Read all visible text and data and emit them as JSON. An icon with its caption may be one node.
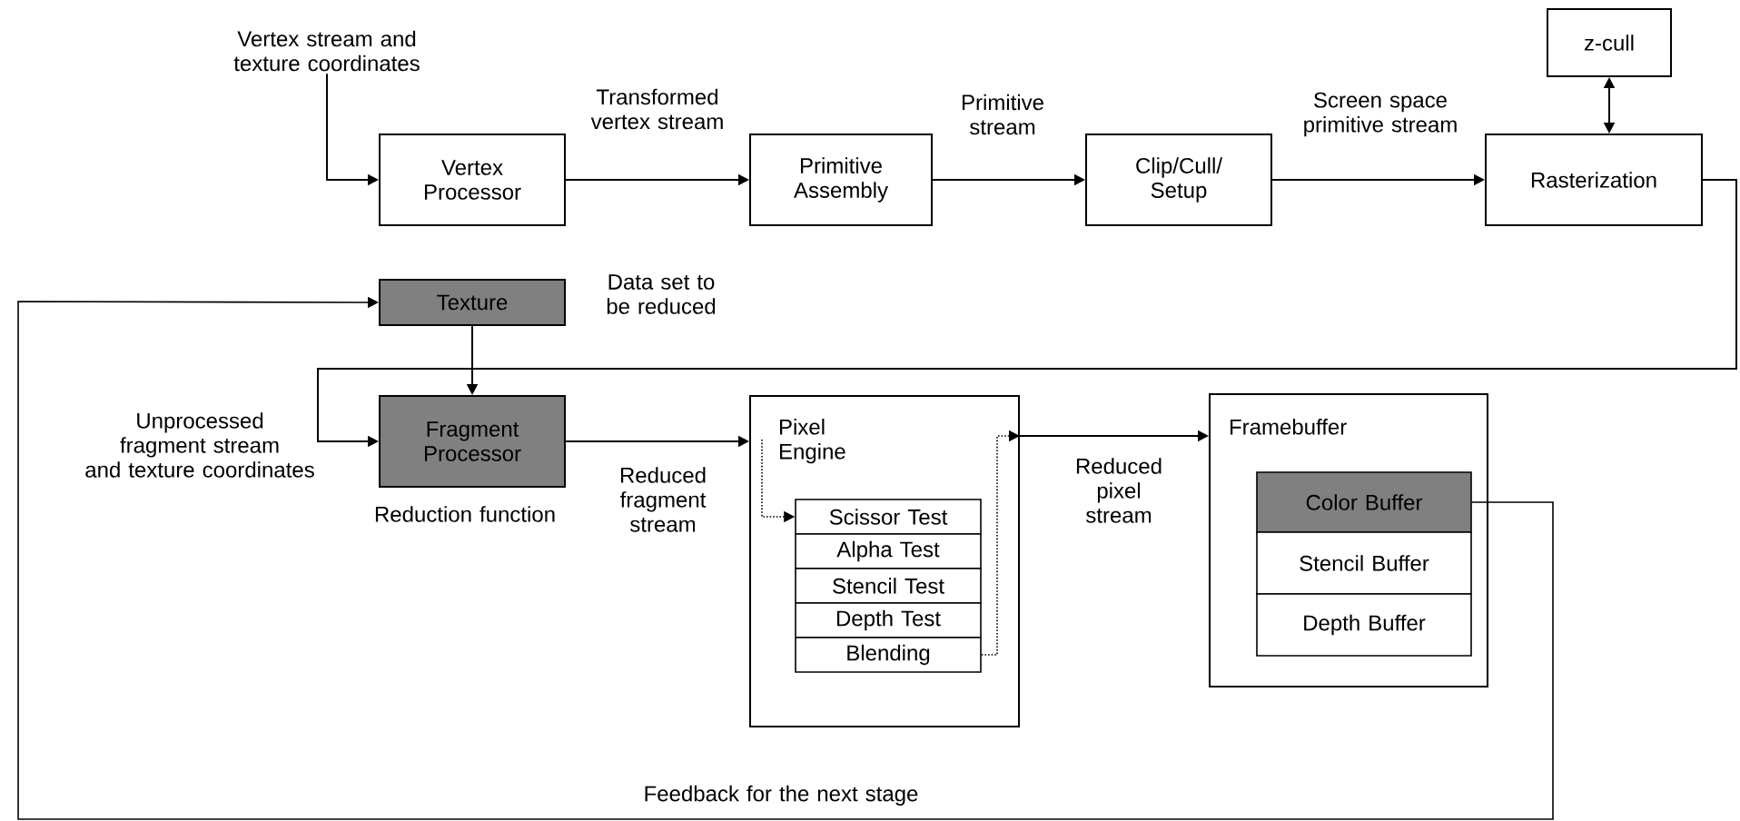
{
  "diagram": {
    "nodes": [
      {
        "text": [
          "Vertex stream and texture coordinates"
        ]
      },
      {
        "text": [
          "Vertex Processor"
        ]
      },
      {
        "text": [
          "Primitive Assembly"
        ]
      },
      {
        "text": [
          "Clip/Cull/ Setup"
        ]
      },
      {
        "text": [
          "Rasterization"
        ]
      },
      {
        "text": [
          "z-cull"
        ]
      },
      {
        "text": [
          "Texture"
        ],
        "beside": [
          "Data set to be reduced"
        ]
      },
      {
        "text": [
          "Fragment Processor"
        ],
        "beside": [
          "Reduction function"
        ]
      },
      {
        "text": [
          "Pixel Engine"
        ]
      },
      {
        "text": [
          "Scissor Test"
        ],
        "in": 8
      },
      {
        "text": [
          "Alpha Test"
        ],
        "in": 8
      },
      {
        "text": [
          "Stencil Test"
        ],
        "in": 8
      },
      {
        "text": [
          "Depth Test"
        ],
        "in": 8
      },
      {
        "text": [
          "Blending"
        ],
        "in": 8
      },
      {
        "text": [
          "Framebuffer"
        ]
      },
      {
        "text": [
          "Color Buffer"
        ],
        "in": 14
      },
      {
        "text": [
          "Stencil Buffer"
        ],
        "in": 14
      },
      {
        "text": [
          "Depth Buffer"
        ],
        "in": 14
      }
    ],
    "edges": [
      {
        "from": 0,
        "to": 1,
        "arrow": "to"
      },
      {
        "from": 1,
        "to": 2,
        "arrow": "to",
        "label": "Transformed vertex stream"
      },
      {
        "from": 2,
        "to": 3,
        "arrow": "to",
        "label": "Primitive stream"
      },
      {
        "from": 3,
        "to": 4,
        "arrow": "to",
        "label": "Screen space primitive stream"
      },
      {
        "from": 4,
        "to": 5,
        "arrow": "both"
      },
      {
        "from": 6,
        "to": 7,
        "arrow": "to"
      },
      {
        "from": 4,
        "to": 7,
        "arrow": "to",
        "label": "Unprocessed fragment stream and texture coordinates"
      },
      {
        "from": 7,
        "to": 8,
        "arrow": "to",
        "label": "Reduced fragment stream"
      },
      {
        "from": 8,
        "to": 9,
        "arrow": "to",
        "style": "dashed"
      },
      {
        "from": 13,
        "to": 8,
        "arrow": "to",
        "style": "dashed"
      },
      {
        "from": 8,
        "to": 14,
        "arrow": "to",
        "label": "Reduced pixel stream"
      },
      {
        "from": 15,
        "to": 6,
        "arrow": "to",
        "label": "Feedback for the next stage"
      }
    ]
  }
}
